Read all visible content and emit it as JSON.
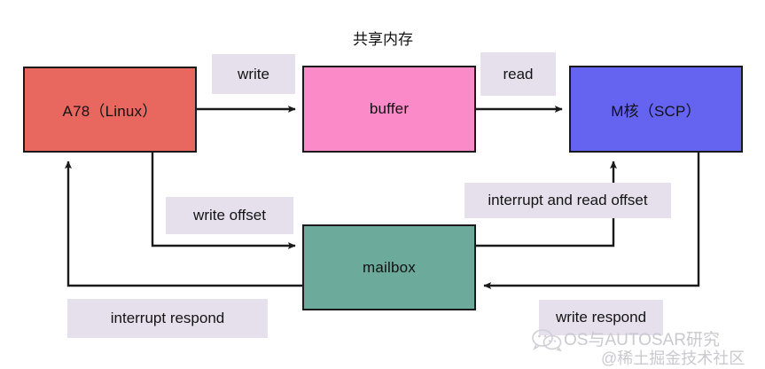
{
  "diagram": {
    "title": "共享内存",
    "nodes": [
      {
        "id": "a78",
        "label": "A78（Linux）",
        "color": "#e8675f"
      },
      {
        "id": "buffer",
        "label": "buffer",
        "color": "#fb8ac8"
      },
      {
        "id": "mcore",
        "label": "M核（SCP）",
        "color": "#6464f0"
      },
      {
        "id": "mailbox",
        "label": "mailbox",
        "color": "#6cab9c"
      }
    ],
    "edge_labels": [
      {
        "id": "write",
        "text": "write"
      },
      {
        "id": "read",
        "text": "read"
      },
      {
        "id": "write_offset",
        "text": "write offset"
      },
      {
        "id": "int_read_offset",
        "text": "interrupt and read offset"
      },
      {
        "id": "int_respond",
        "text": "interrupt respond"
      },
      {
        "id": "write_respond",
        "text": "write respond"
      }
    ],
    "edges": [
      {
        "from": "a78",
        "to": "buffer",
        "label": "write"
      },
      {
        "from": "buffer",
        "to": "mcore",
        "label": "read"
      },
      {
        "from": "a78",
        "to": "mailbox",
        "label": "write offset"
      },
      {
        "from": "mailbox",
        "to": "mcore",
        "label": "interrupt and read offset"
      },
      {
        "from": "mcore",
        "to": "mailbox",
        "label": "write respond"
      },
      {
        "from": "mailbox",
        "to": "a78",
        "label": "interrupt respond"
      }
    ],
    "colors": {
      "label_box": "#e6dfec",
      "stroke": "#1a1a1a",
      "background": "#ffffff",
      "text": "#141414"
    }
  },
  "watermark": {
    "line1": "OS与AUTOSAR研究",
    "line2": "@稀土掘金技术社区",
    "logo": "wechat-icon"
  }
}
